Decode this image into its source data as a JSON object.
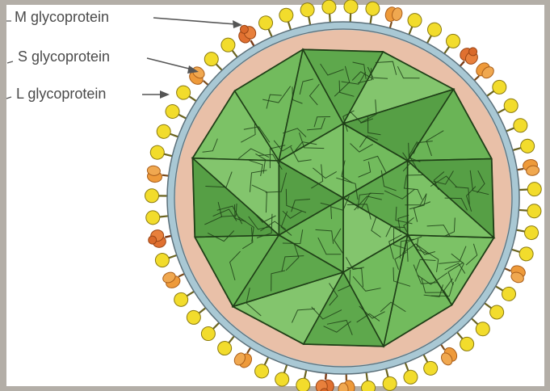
{
  "labels": {
    "m": "M glycoprotein",
    "s": "S glycoprotein",
    "l": "L glycoprotein"
  },
  "colors": {
    "background_frame": "#b3aea7",
    "panel": "#ffffff",
    "membrane_fill": "#a9c8d4",
    "membrane_stroke": "#5b6f79",
    "matrix": "#e9c0a8",
    "capsid_light": "#7fc06a",
    "capsid_mid": "#62ab4f",
    "capsid_dark": "#3d8a32",
    "capsid_line": "#1f3f17",
    "s_spike": "#f2dc2c",
    "m_spike": "#ee9a3a",
    "l_spike": "#e07030",
    "arrow": "#555555"
  },
  "glycoprotein_ring": {
    "s_count": 40,
    "m_count": 10,
    "l_count": 5
  }
}
